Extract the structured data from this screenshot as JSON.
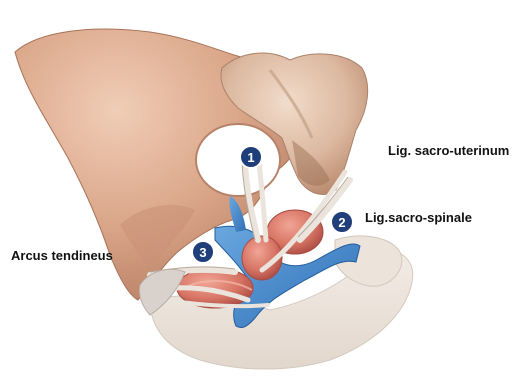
{
  "labels": {
    "sacro_uterinum": "Lig. sacro-uterinum",
    "sacro_spinale": "Lig.sacro-spinale",
    "arcus_tendineus": "Arcus tendineus"
  },
  "markers": [
    "1",
    "2",
    "3"
  ],
  "colors": {
    "bone": "#dca98c",
    "bone_shadow": "#b57f63",
    "bone_light": "#ecc9b2",
    "pale_bone": "#eee6df",
    "organ": "#d97868",
    "organ_dark": "#a94b43",
    "ligament": "#e8e1d9",
    "fascia_blue": "#4a8fd4",
    "marker_fill": "#1f3f7a",
    "marker_text": "#ffffff"
  }
}
